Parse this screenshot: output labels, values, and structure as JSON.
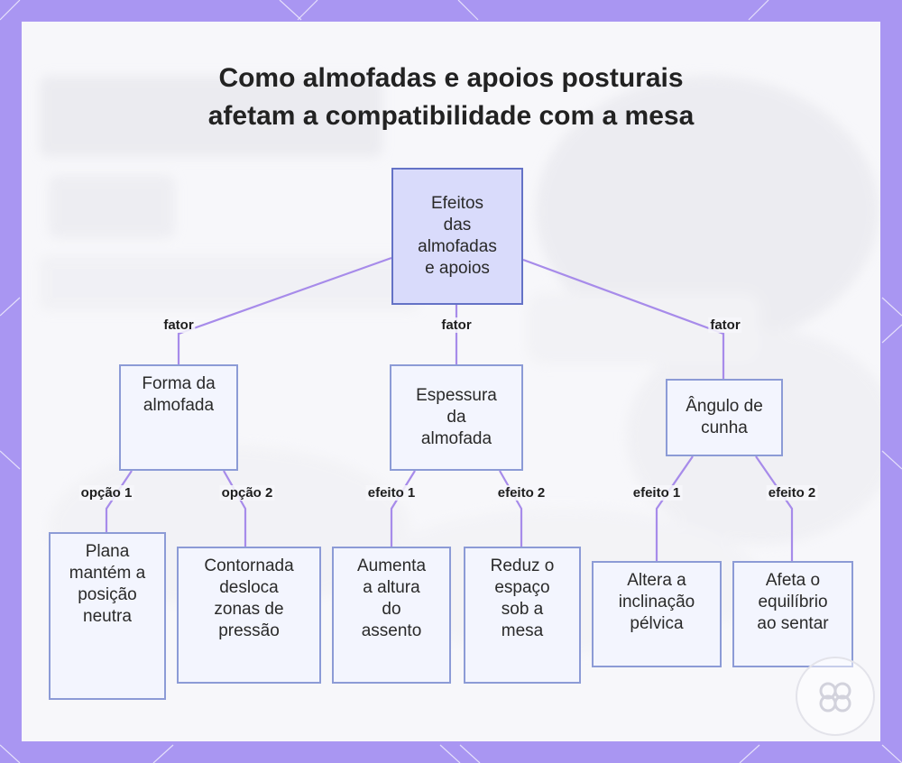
{
  "title_lines": [
    "Como almofadas e apoios posturais",
    "afetam a compatibilidade com a mesa"
  ],
  "nodes": {
    "root": [
      "Efeitos",
      "das",
      "almofadas",
      "e apoios"
    ],
    "forma": [
      "Forma da",
      "almofada"
    ],
    "espessura": [
      "Espessura",
      "da",
      "almofada"
    ],
    "angulo": [
      "Ângulo de",
      "cunha"
    ],
    "plana": [
      "Plana",
      "mantém a",
      "posição",
      "neutra"
    ],
    "contornada": [
      "Contornada",
      "desloca",
      "zonas de",
      "pressão"
    ],
    "aumenta": [
      "Aumenta",
      "a altura",
      "do",
      "assento"
    ],
    "reduz": [
      "Reduz o",
      "espaço",
      "sob a",
      "mesa"
    ],
    "altera": [
      "Altera a",
      "inclinação",
      "pélvica"
    ],
    "afeta": [
      "Afeta o",
      "equilíbrio",
      "ao sentar"
    ]
  },
  "edge_labels": {
    "fator_1": "fator",
    "fator_2": "fator",
    "fator_3": "fator",
    "opcao_1": "opção 1",
    "opcao_2": "opção 2",
    "efeito_1a": "efeito 1",
    "efeito_2a": "efeito 2",
    "efeito_1b": "efeito 1",
    "efeito_2b": "efeito 2"
  },
  "colors": {
    "frame": "#a996f2",
    "edge": "#a78bea",
    "node_border": "#8c9bd6",
    "root_fill": "#d9dbfb"
  },
  "logo_icon": "brand-logo-icon"
}
